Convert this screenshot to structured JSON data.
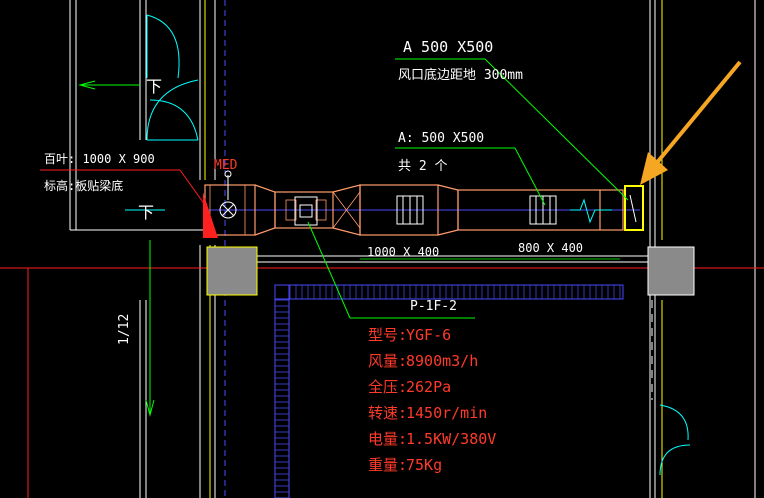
{
  "annotations": {
    "outlet_size": "A 500 X500",
    "outlet_height": "风口底边距地  300mm",
    "vent_size": "A: 500  X500",
    "vent_count": "共 2 个",
    "louver_size": "百叶:   1000   X 900",
    "louver_note": "标高:板贴梁底",
    "damper_tag": "MED",
    "duct_size_left": "1000 X 400",
    "duct_size_right": "800 X 400",
    "dimension": "1/12",
    "door_mark_left": "下",
    "door_mark_lower": "下"
  },
  "equipment": {
    "tag": "P-1F-2",
    "specs": [
      {
        "label": "型号:",
        "value": "YGF-6"
      },
      {
        "label": "风量:",
        "value": "8900m3/h"
      },
      {
        "label": "全压:",
        "value": "262Pa"
      },
      {
        "label": "转速:",
        "value": "1450r/min"
      },
      {
        "label": "电量:",
        "value": "1.5KW/380V"
      },
      {
        "label": "重量:",
        "value": "75Kg"
      }
    ]
  },
  "colors": {
    "background": "#000000",
    "duct": "#ff9c6a",
    "wall": "#ffffff",
    "leader": "#00ff00",
    "text_white": "#ffffff",
    "text_red": "#ff3a2a",
    "cyan": "#00ffff",
    "blue": "#4a4aff",
    "yellow": "#ffff00",
    "arrow": "#f5a623",
    "axis_red": "#ff2020",
    "grey_column": "#8a8a8a"
  }
}
